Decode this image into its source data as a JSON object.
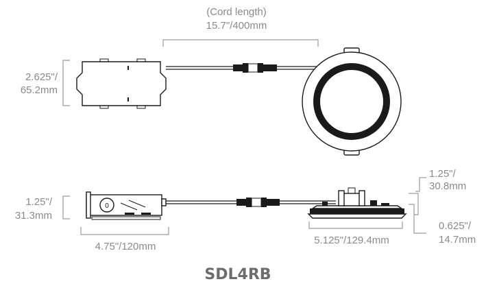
{
  "labels": {
    "cord_length_title": "(Cord length)",
    "cord_length_value": "15.7\"/400mm",
    "box_height_top_line1": "2.625\"/",
    "box_height_top_line2": "65.2mm",
    "box_height_side_line1": "1.25\"/",
    "box_height_side_line2": "31.3mm",
    "box_width": "4.75\"/120mm",
    "fixture_diameter": "5.125\"/129.4mm",
    "fixture_height_line1": "1.25\"/",
    "fixture_height_line2": "30.8mm",
    "flange_height_line1": "0.625\"/",
    "flange_height_line2": "14.7mm"
  },
  "model": {
    "name": "SDL4RB"
  },
  "colors": {
    "dimension_text": "#8a8a8a",
    "dimension_line": "#9a9a9a",
    "outline": "#1a1a1a",
    "model_text": "#6d6d6d"
  }
}
